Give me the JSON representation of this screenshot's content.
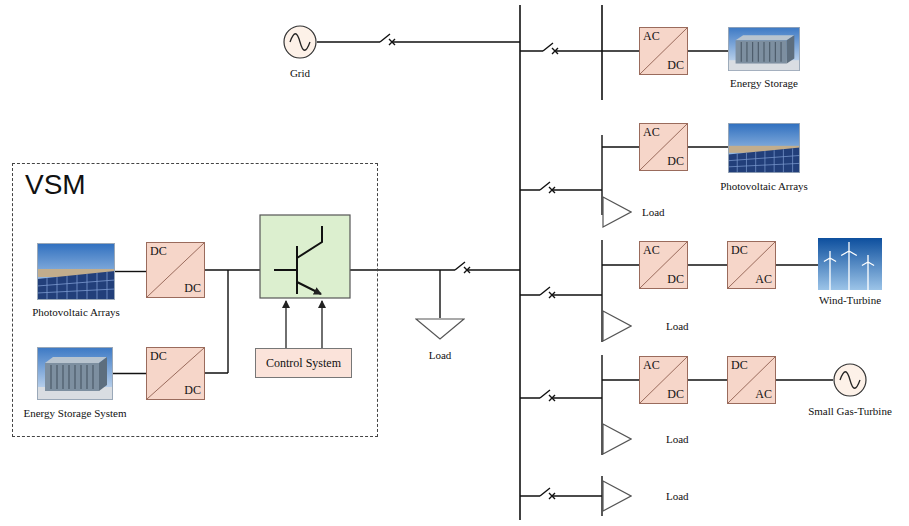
{
  "diagram": {
    "nodes": [
      {
        "text": [
          "Grid"
        ]
      },
      {
        "text": [
          "AC",
          "DC"
        ]
      },
      {
        "text": [
          "Energy Storage"
        ]
      },
      {
        "text": [
          "VSM"
        ]
      },
      {
        "text": [
          "Photovoltaic Arrays"
        ],
        "in": 3
      },
      {
        "text": [
          "DC",
          "DC"
        ],
        "in": 3
      },
      {
        "text": [
          "Control System"
        ],
        "in": 3
      },
      {
        "text": [
          "Energy Storage System"
        ],
        "in": 3
      },
      {
        "text": [
          "DC",
          "DC"
        ],
        "in": 3
      },
      {
        "text": [
          "Load"
        ]
      },
      {
        "text": [
          "AC",
          "DC"
        ]
      },
      {
        "text": [
          "Photovoltaic Arrays"
        ]
      },
      {
        "text": [
          "Load"
        ]
      },
      {
        "text": [
          "AC",
          "DC"
        ]
      },
      {
        "text": [
          "DC",
          "AC"
        ]
      },
      {
        "text": [
          "Wind-Turbine"
        ]
      },
      {
        "text": [
          "Load"
        ]
      },
      {
        "text": [
          "AC",
          "DC"
        ]
      },
      {
        "text": [
          "DC",
          "AC"
        ]
      },
      {
        "text": [
          "Small Gas-Turbine"
        ]
      },
      {
        "text": [
          "Load"
        ]
      },
      {
        "text": [
          "Load"
        ]
      }
    ],
    "edges": [
      {
        "from": 1,
        "to": 2,
        "arrow": "none"
      },
      {
        "from": 4,
        "to": 5,
        "arrow": "none"
      },
      {
        "from": 7,
        "to": 8,
        "arrow": "none"
      },
      {
        "from": 10,
        "to": 11,
        "arrow": "none"
      },
      {
        "from": 13,
        "to": 14,
        "arrow": "none"
      },
      {
        "from": 14,
        "to": 15,
        "arrow": "none"
      },
      {
        "from": 17,
        "to": 18,
        "arrow": "none"
      },
      {
        "from": 18,
        "to": 19,
        "arrow": "none"
      }
    ]
  }
}
